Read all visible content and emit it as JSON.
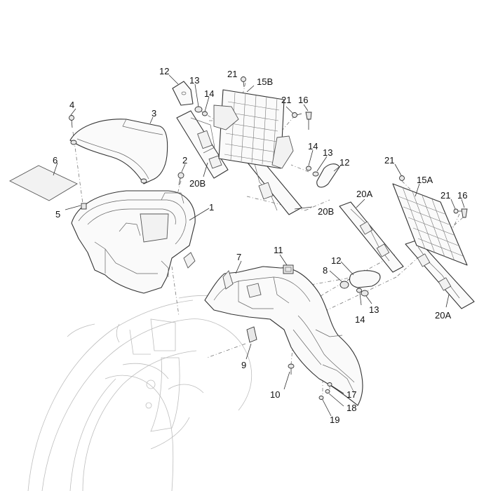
{
  "callouts": {
    "c1": "1",
    "c2": "2",
    "c3": "3",
    "c4": "4",
    "c5": "5",
    "c6": "6",
    "c7": "7",
    "c8": "8",
    "c9": "9",
    "c10": "10",
    "c11": "11",
    "c12a": "12",
    "c12b": "12",
    "c12c": "12",
    "c13a": "13",
    "c13b": "13",
    "c13c": "13",
    "c14a": "14",
    "c14b": "14",
    "c14c": "14",
    "c15a": "15A",
    "c15b": "15B",
    "c16a": "16",
    "c16b": "16",
    "c17": "17",
    "c18": "18",
    "c19": "19",
    "c20a1": "20A",
    "c20a2": "20A",
    "c20b1": "20B",
    "c20b2": "20B",
    "c21a": "21",
    "c21b": "21",
    "c21c": "21",
    "c21d": "21"
  }
}
